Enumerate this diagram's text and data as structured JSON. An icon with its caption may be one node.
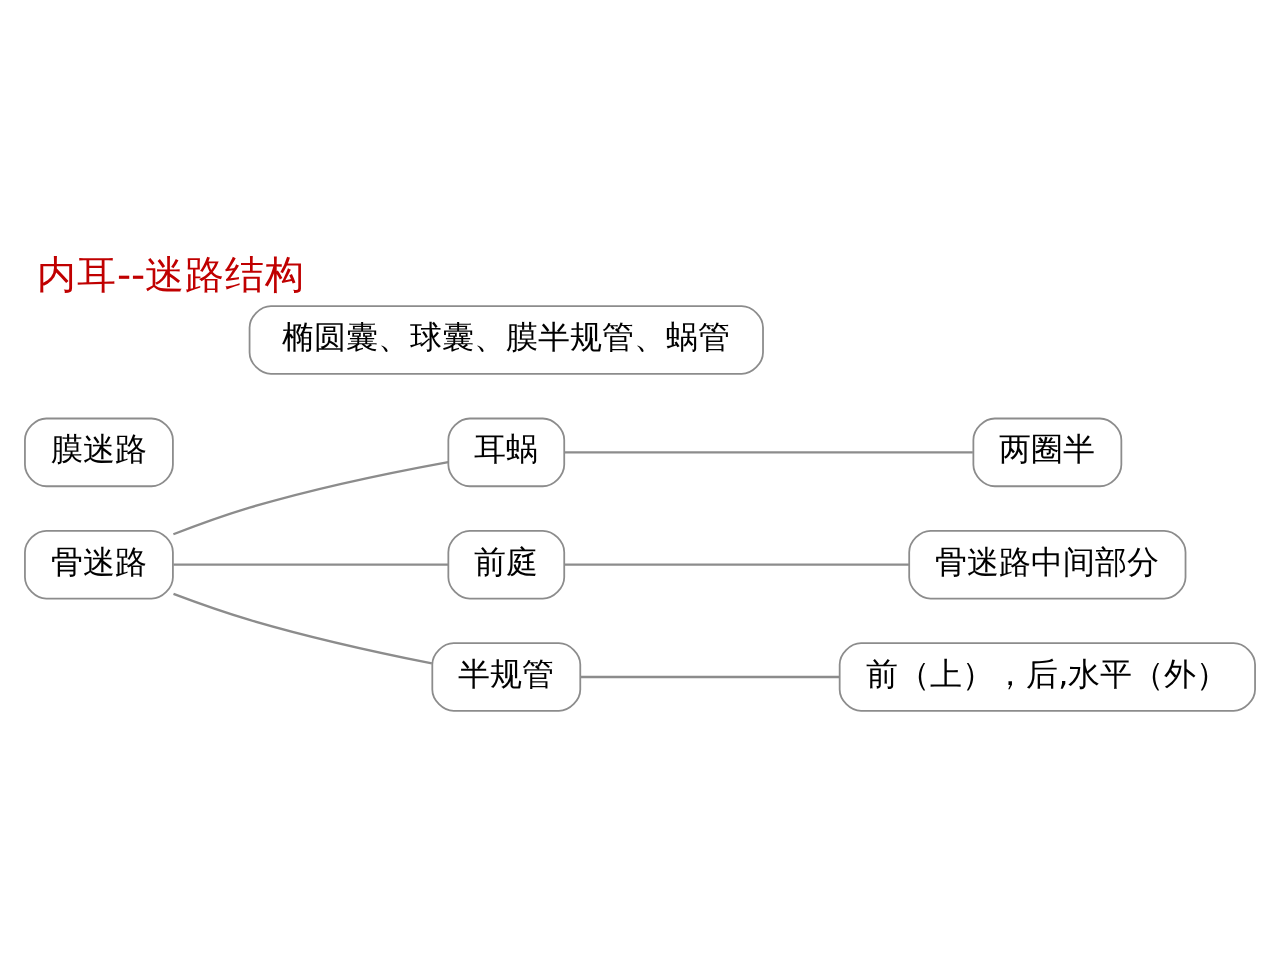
{
  "diagram": {
    "title": "内耳--迷路结构",
    "nodes": [
      {
        "text": [
          "骨迷路"
        ]
      },
      {
        "text": [
          "耳蜗"
        ]
      },
      {
        "text": [
          "前庭"
        ]
      },
      {
        "text": [
          "半规管"
        ]
      },
      {
        "text": [
          "两圈半"
        ]
      },
      {
        "text": [
          "骨迷路中间部分"
        ]
      },
      {
        "text": [
          "前（上），后,水平（外）"
        ]
      },
      {
        "text": [
          "膜迷路"
        ]
      },
      {
        "text": [
          "椭圆囊、球囊、膜半规管、蜗管"
        ]
      }
    ],
    "edges": [
      {
        "from": 0,
        "to": 1,
        "arrow": "none"
      },
      {
        "from": 0,
        "to": 2,
        "arrow": "none"
      },
      {
        "from": 0,
        "to": 3,
        "arrow": "none"
      },
      {
        "from": 1,
        "to": 4,
        "arrow": "none"
      },
      {
        "from": 2,
        "to": 5,
        "arrow": "none"
      },
      {
        "from": 3,
        "to": 6,
        "arrow": "none"
      }
    ]
  }
}
